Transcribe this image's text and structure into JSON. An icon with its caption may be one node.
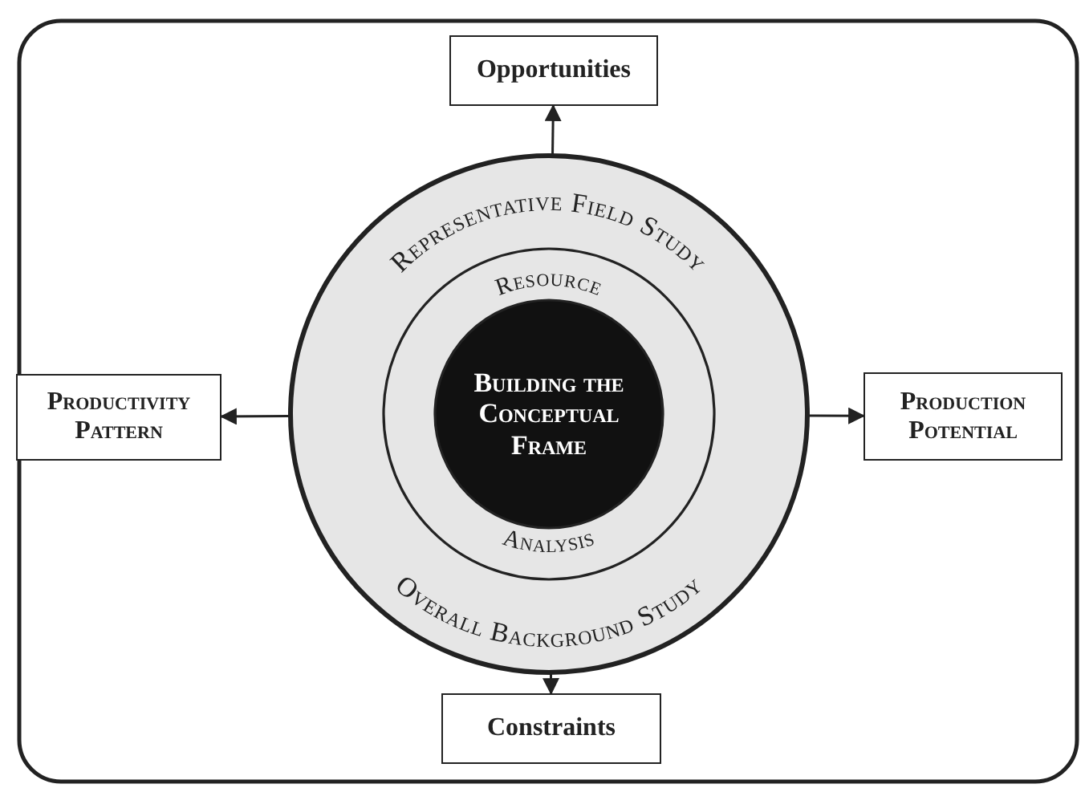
{
  "diagram": {
    "nodes": [
      {
        "text": [
          "Representative Field Study",
          "Overall Background Study"
        ]
      },
      {
        "text": [
          "Resource",
          "Analysis"
        ],
        "in": 0
      },
      {
        "text": [
          "Building the Conceptual Frame"
        ],
        "in": 1
      },
      {
        "text": [
          "Opportunities"
        ]
      },
      {
        "text": [
          "Productivity Pattern"
        ]
      },
      {
        "text": [
          "Production Potential"
        ]
      },
      {
        "text": [
          "Constraints"
        ]
      }
    ],
    "edges": [
      {
        "from": 0,
        "to": 3,
        "arrow": "to"
      },
      {
        "from": 0,
        "to": 4,
        "arrow": "to"
      },
      {
        "from": 0,
        "to": 5,
        "arrow": "to"
      },
      {
        "from": 0,
        "to": 6,
        "arrow": "to"
      }
    ]
  }
}
